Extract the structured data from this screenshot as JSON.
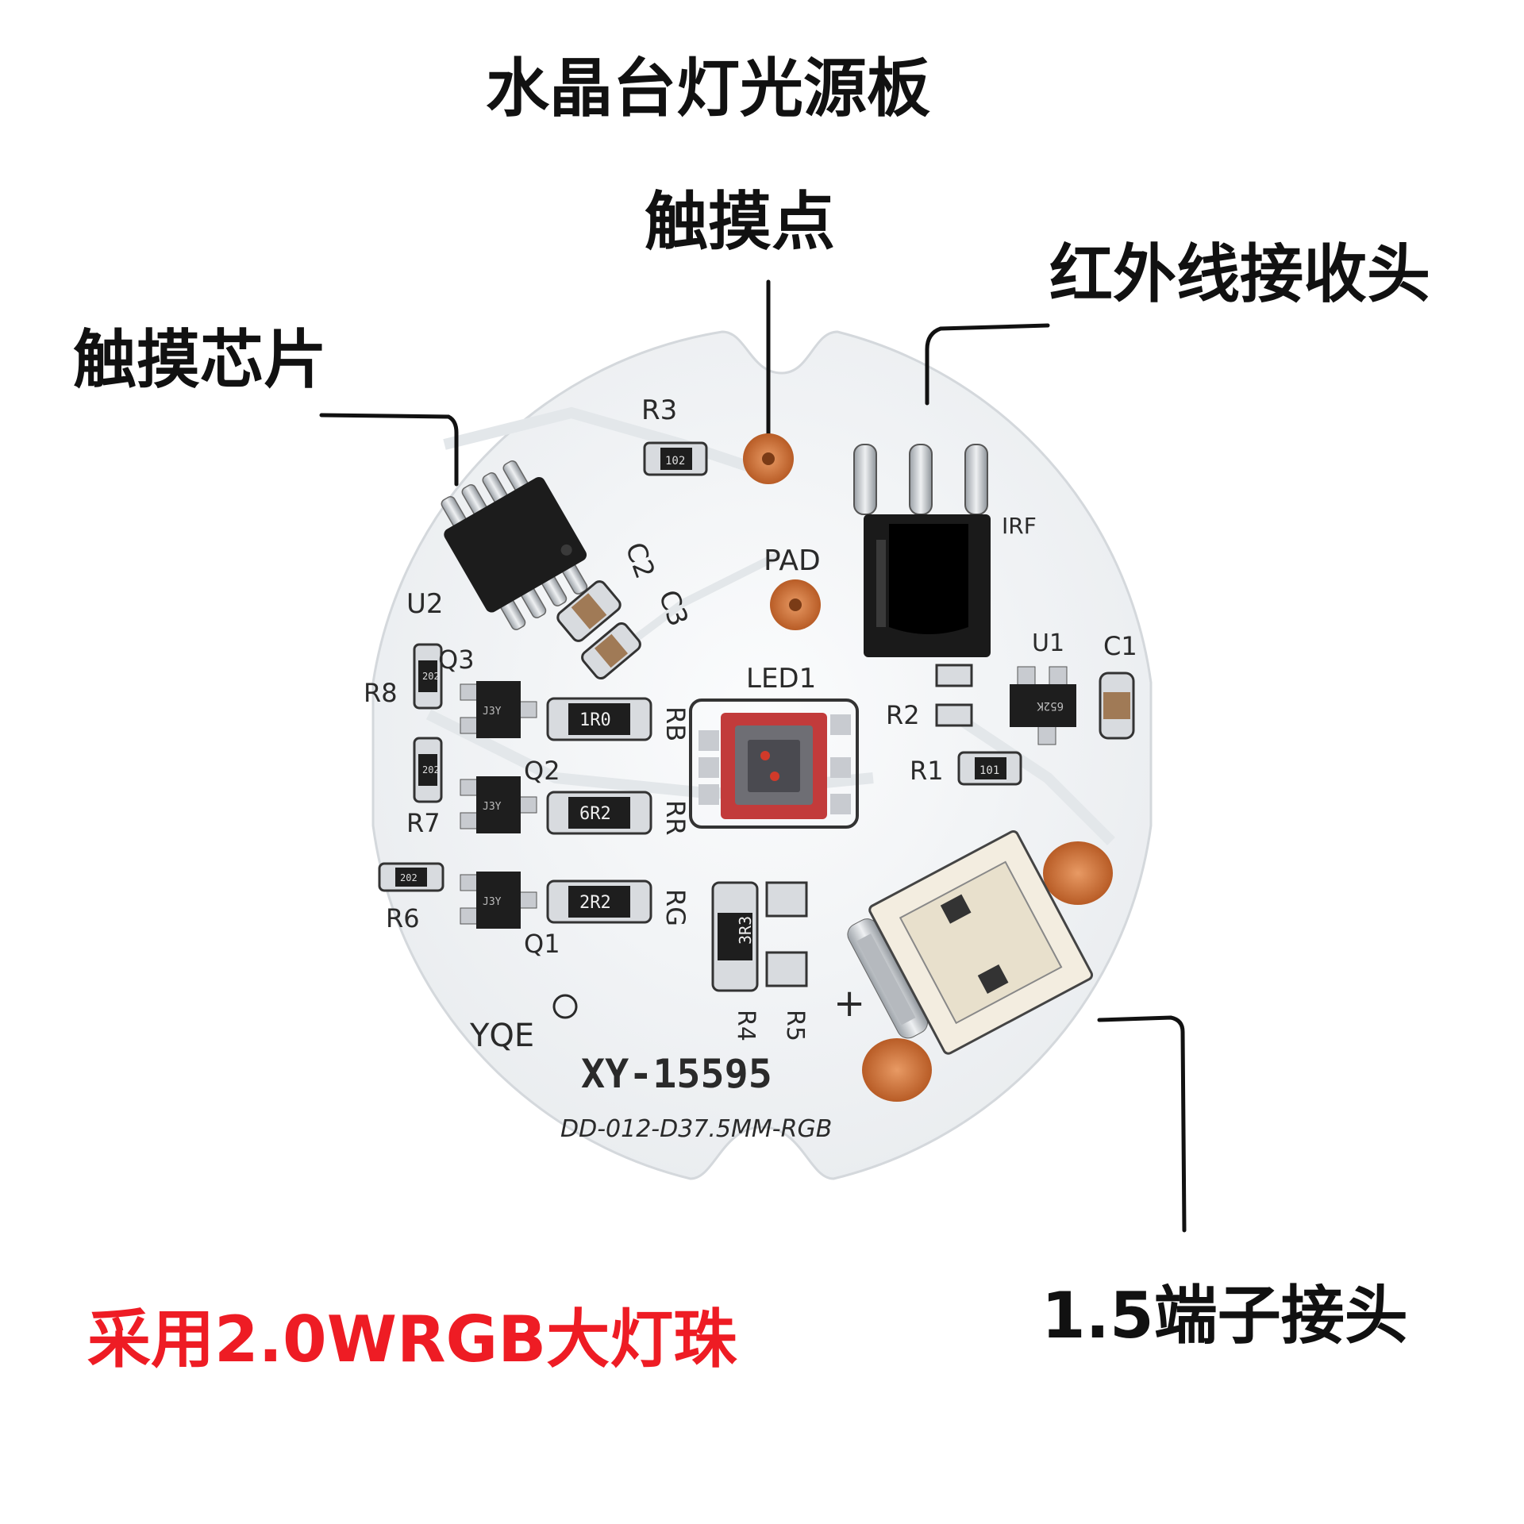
{
  "callouts": {
    "title": "水晶台灯光源板",
    "touch_point": "触摸点",
    "ir_receiver": "红外线接收头",
    "touch_chip": "触摸芯片",
    "terminal": "1.5端子接头",
    "led_bead": "采用2.0WRGB大灯珠"
  },
  "silkscreen": {
    "r3": "R3",
    "r2": "R2",
    "r1": "R1",
    "r4": "R4",
    "r5": "R5",
    "r6": "R6",
    "r7": "R7",
    "r8": "R8",
    "rb": "RB",
    "rr": "RR",
    "rg": "RG",
    "q1": "Q1",
    "q2": "Q2",
    "q3": "Q3",
    "c1": "C1",
    "c2": "C2",
    "c3": "C3",
    "u1": "U1",
    "u2": "U2",
    "pad": "PAD",
    "led1": "LED1",
    "irf": "IRF",
    "plus": "+",
    "minus": "–",
    "brand": "YQE",
    "model": "XY-15595",
    "part_no": "DD-012-D37.5MM-RGB",
    "res_1r0": "1R0",
    "res_6r2": "6R2",
    "res_2r2": "2R2",
    "res_3r3": "3R3",
    "res_102": "102",
    "res_101": "101",
    "res_202": "202",
    "trans_j3y": "J3Y",
    "reg_652k": "652K"
  },
  "colors": {
    "callout_text": "#111111",
    "highlight_text": "#ee1c24",
    "board": "#f4f6f8",
    "copper_pad": "#d67a3c",
    "solder": "#c8cbd0"
  }
}
